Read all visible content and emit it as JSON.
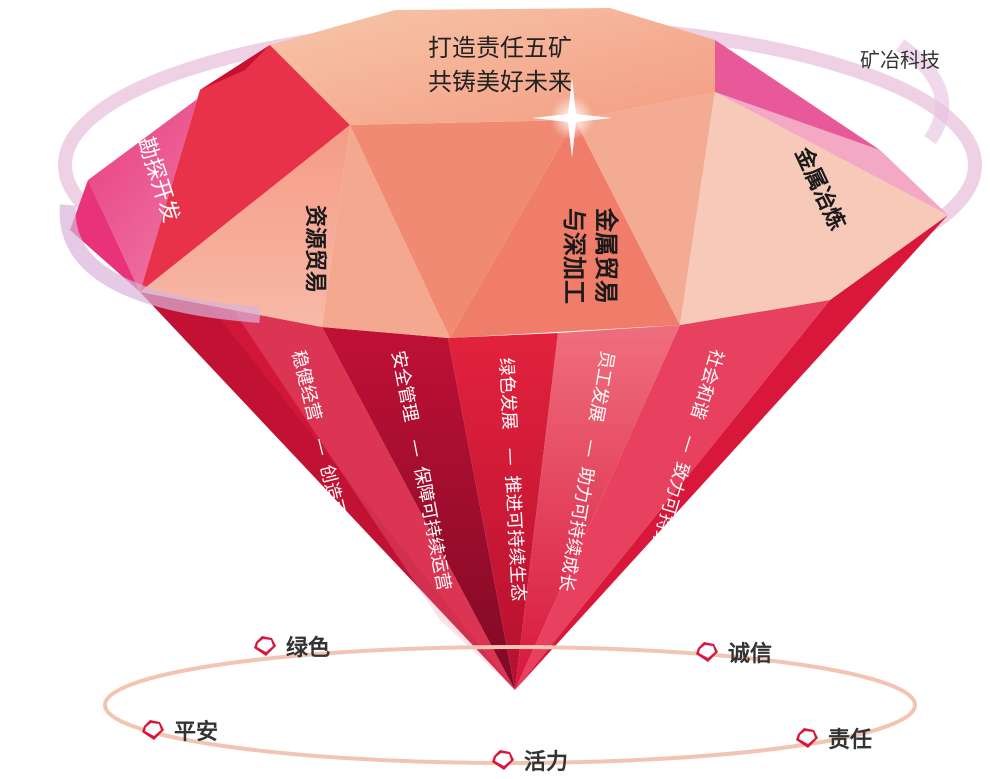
{
  "top_slogan": [
    "打造责任五矿",
    "共铸美好未来"
  ],
  "corner_label": "矿冶科技",
  "crown_facets": {
    "left": "勘探开发",
    "left_inner": "资源贸易",
    "center": [
      "金属贸易",
      "与深加工"
    ],
    "right": "金属冶炼"
  },
  "pavilion_strips": [
    {
      "head": "稳健经营",
      "dash": "—",
      "tail": "创造可持续价值"
    },
    {
      "head": "安全管理",
      "dash": "—",
      "tail": "保障可持续运营"
    },
    {
      "head": "绿色发展",
      "dash": "—",
      "tail": "推进可持续生态"
    },
    {
      "head": "员工发展",
      "dash": "—",
      "tail": "助力可持续成长"
    },
    {
      "head": "社会和谐",
      "dash": "—",
      "tail": "致力可持续共赢"
    }
  ],
  "values": {
    "green": "绿色",
    "integrity": "诚信",
    "safety": "平安",
    "responsibility": "责任",
    "vitality": "活力"
  },
  "colors": {
    "crown_light": "#f4a98e",
    "crown_mid": "#ef7d69",
    "pink": "#e84f86",
    "red": "#e2203a",
    "dark_red": "#9c0d2c",
    "ring": "#f1c3b0"
  },
  "icons": [
    "gem-icon"
  ]
}
